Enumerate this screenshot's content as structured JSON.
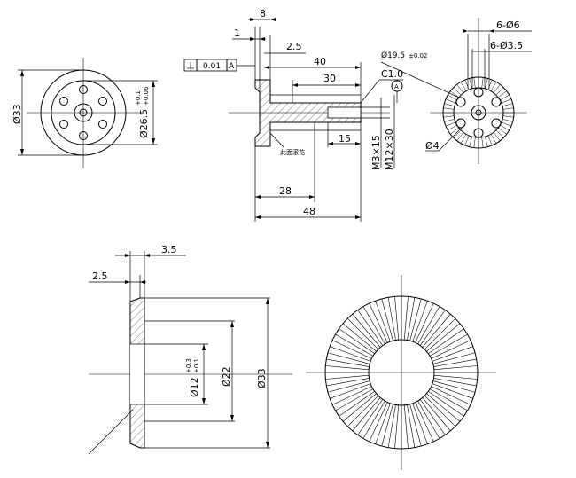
{
  "dims": {
    "front_dia33": "Ø33",
    "front_dia26": "Ø26.5",
    "front_tol_up": "+0.1",
    "front_tol_dn": "+0.06",
    "sec_1": "1",
    "sec_8": "8",
    "sec_2_5": "2.5",
    "sec_40": "40",
    "sec_30": "30",
    "sec_c1": "C1.0",
    "sec_15": "15",
    "sec_28": "28",
    "sec_48": "48",
    "sec_m3": "M3×15",
    "sec_m12": "M12×30",
    "sec_knurl_note": "此面滚花",
    "tol_value": "0.01",
    "tol_datum": "A",
    "datum_circle": "A",
    "right_dia195": "Ø19.5",
    "right_dia195_tol": "±0.02",
    "right_6phi6": "6-Ø6",
    "right_6phi35": "6-Ø3.5",
    "right_phi4": "Ø4",
    "low_3_5": "3.5",
    "low_2_5": "2.5",
    "low_dia12": "Ø12",
    "low_dia12_tol_up": "+0.3",
    "low_dia12_tol_dn": "+0.1",
    "low_dia22": "Ø22",
    "low_dia33": "Ø33"
  }
}
